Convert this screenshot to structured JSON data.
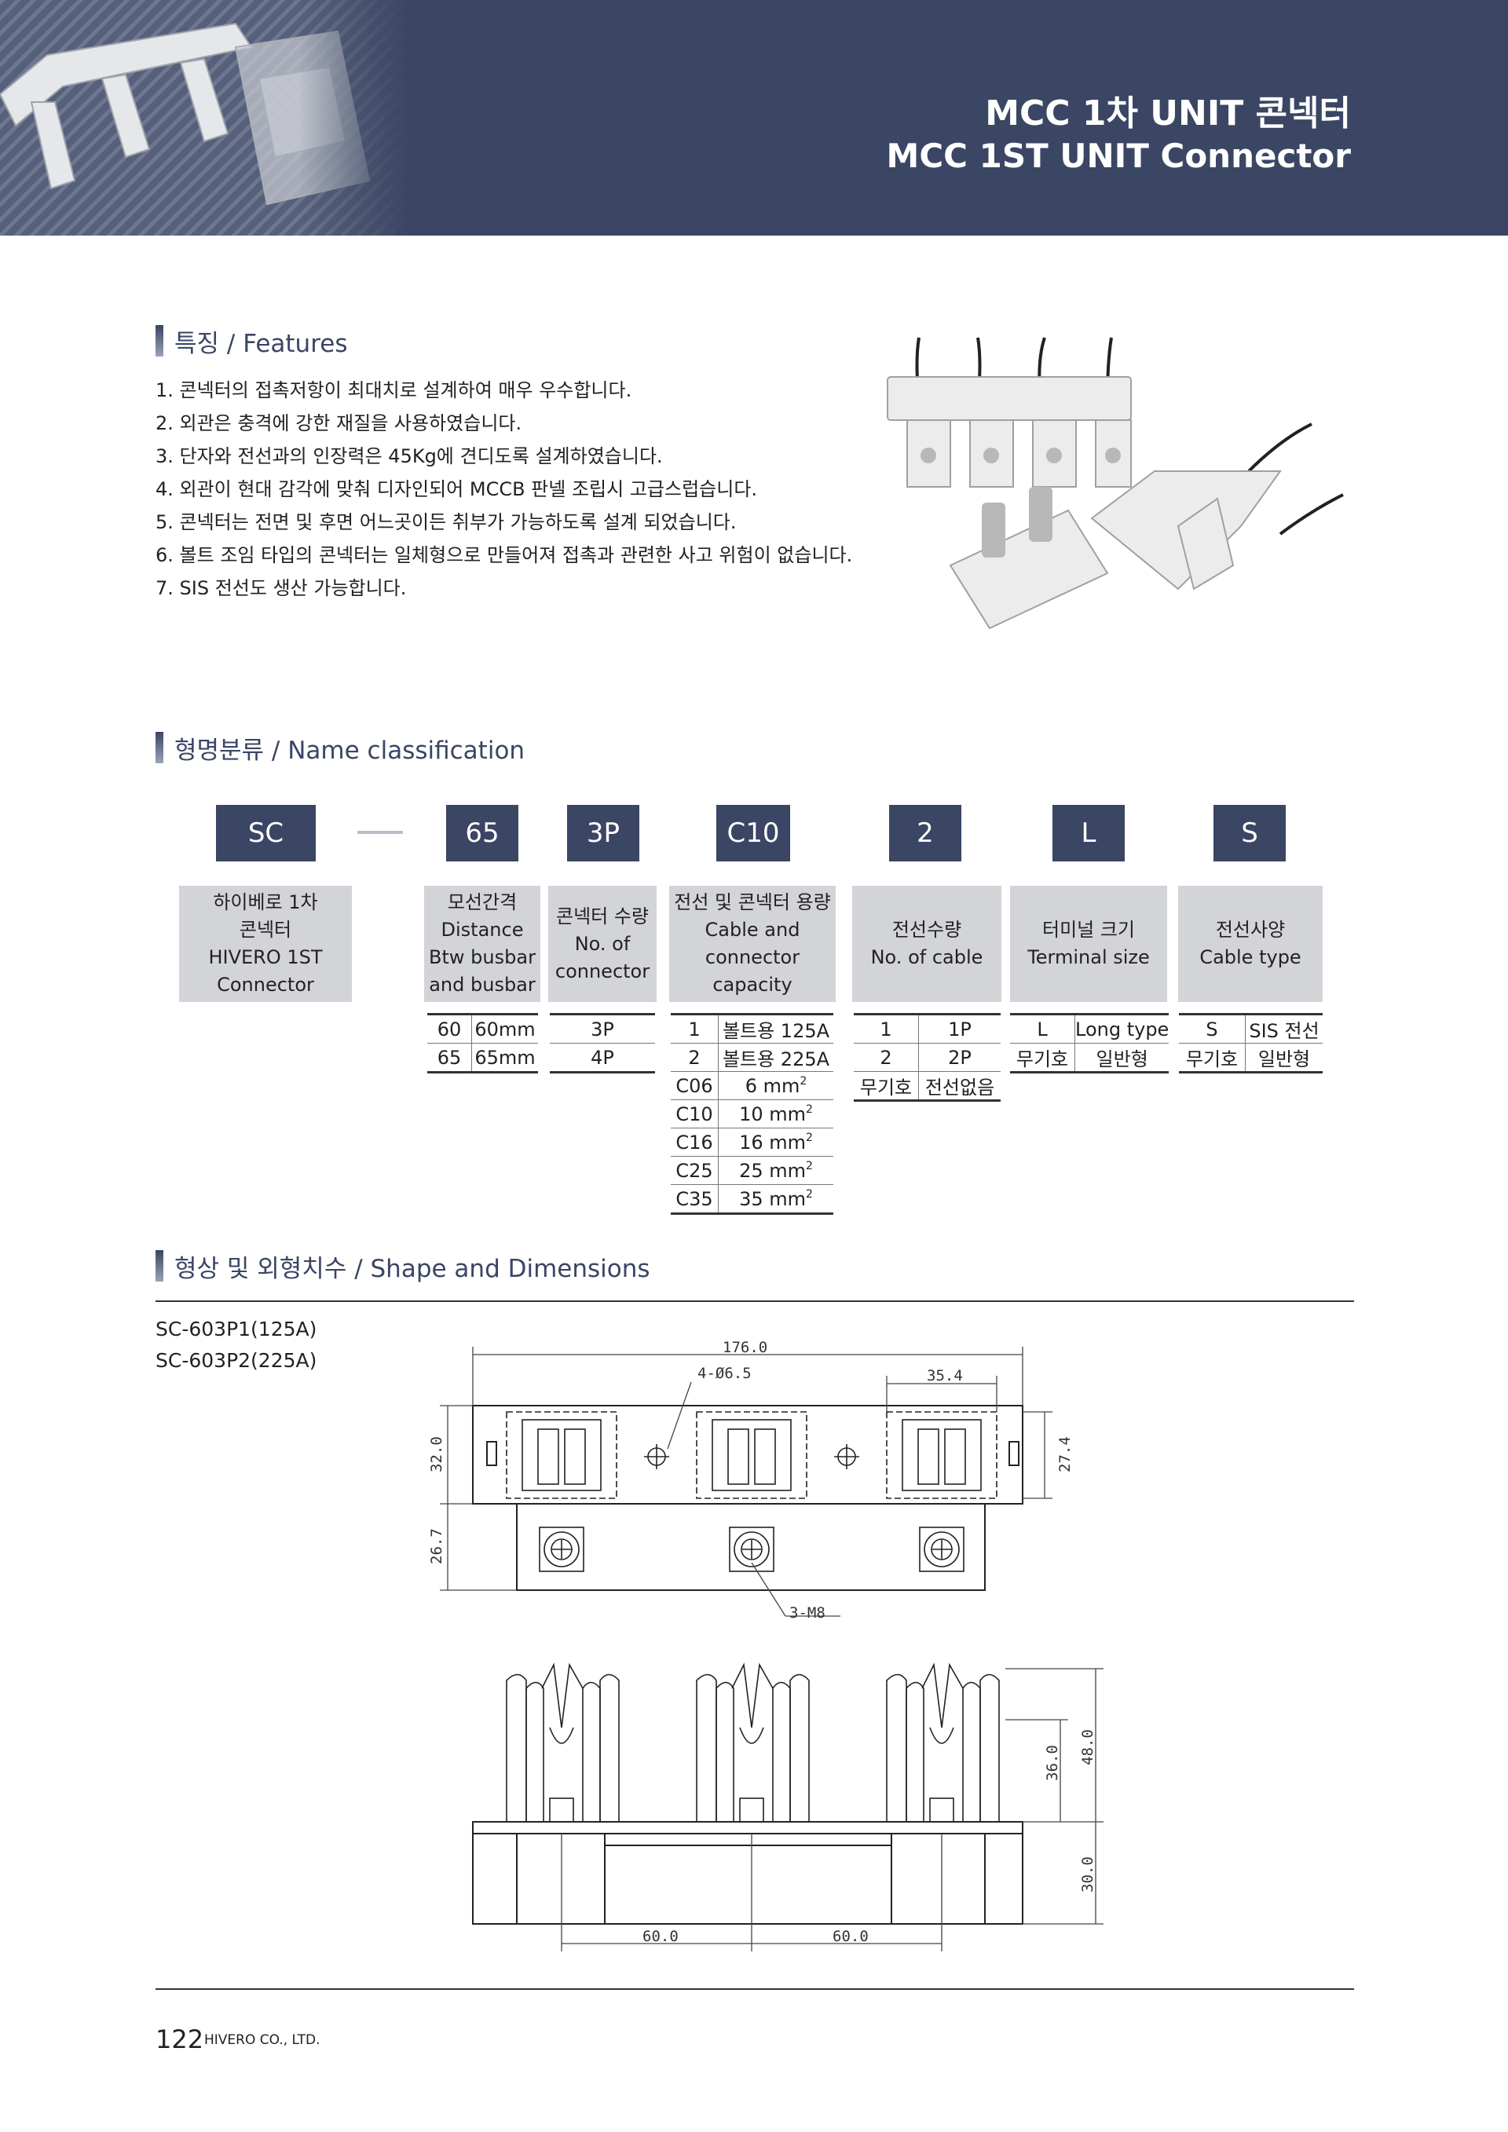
{
  "header": {
    "title_ko": "MCC 1차 UNIT 콘넥터",
    "title_en": "MCC 1ST UNIT Connector"
  },
  "features": {
    "heading": "특징 / Features",
    "items": [
      "1. 콘넥터의 접촉저항이 최대치로 설계하여 매우 우수합니다.",
      "2. 외관은 충격에 강한 재질을 사용하였습니다.",
      "3. 단자와 전선과의 인장력은 45Kg에 견디도록 설계하였습니다.",
      "4. 외관이 현대 감각에 맞춰 디자인되어 MCCB 판넬 조립시 고급스럽습니다.",
      "5. 콘넥터는 전면 및 후면 어느곳이든 취부가 가능하도록 설계 되었습니다.",
      "6. 볼트 조임 타입의 콘넥터는 일체형으로 만들어져 접촉과 관련한 사고 위험이 없습니다.",
      "7. SIS 전선도 생산 가능합니다."
    ]
  },
  "classification": {
    "heading": "형명분류 / Name classification",
    "codes": [
      "SC",
      "65",
      "3P",
      "C10",
      "2",
      "L",
      "S"
    ],
    "descriptions": [
      [
        "하이베로 1차",
        "콘넥터",
        "HIVERO 1ST",
        "Connector"
      ],
      [
        "모선간격",
        "Distance",
        "Btw busbar",
        "and busbar"
      ],
      [
        "콘넥터 수량",
        "No. of",
        "connector"
      ],
      [
        "전선 및 콘넥터 용량",
        "Cable and",
        "connector",
        "capacity"
      ],
      [
        "전선수량",
        "No. of cable"
      ],
      [
        "터미널 크기",
        "Terminal size"
      ],
      [
        "전선사양",
        "Cable type"
      ]
    ],
    "distance_rows": [
      [
        "60",
        "60mm"
      ],
      [
        "65",
        "65mm"
      ]
    ],
    "connector_rows": [
      [
        "3P"
      ],
      [
        "4P"
      ]
    ],
    "capacity_rows": [
      [
        "1",
        "볼트용 125A"
      ],
      [
        "2",
        "볼트용 225A"
      ],
      [
        "C06",
        "6 mm"
      ],
      [
        "C10",
        "10 mm"
      ],
      [
        "C16",
        "16 mm"
      ],
      [
        "C25",
        "25 mm"
      ],
      [
        "C35",
        "35 mm"
      ]
    ],
    "capacity_sup": "2",
    "cable_rows": [
      [
        "1",
        "1P"
      ],
      [
        "2",
        "2P"
      ],
      [
        "무기호",
        "전선없음"
      ]
    ],
    "terminal_rows": [
      [
        "L",
        "Long type"
      ],
      [
        "무기호",
        "일반형"
      ]
    ],
    "type_rows": [
      [
        "S",
        "SIS 전선"
      ],
      [
        "무기호",
        "일반형"
      ]
    ]
  },
  "shape": {
    "heading": "형상 및 외형치수 / Shape and Dimensions",
    "models": [
      "SC-603P1(125A)",
      "SC-603P2(225A)"
    ],
    "dims": {
      "total_width": "176.0",
      "hole": "4-Ø6.5",
      "pitch_top": "35.4",
      "height_left": "32.0",
      "height_right": "27.4",
      "lower_height": "26.7",
      "screw": "3-M8",
      "side_36": "36.0",
      "side_48": "48.0",
      "side_30": "30.0",
      "pitch_1": "60.0",
      "pitch_2": "60.0"
    }
  },
  "footer": {
    "page_number": "122",
    "company": "HIVERO CO., LTD."
  }
}
